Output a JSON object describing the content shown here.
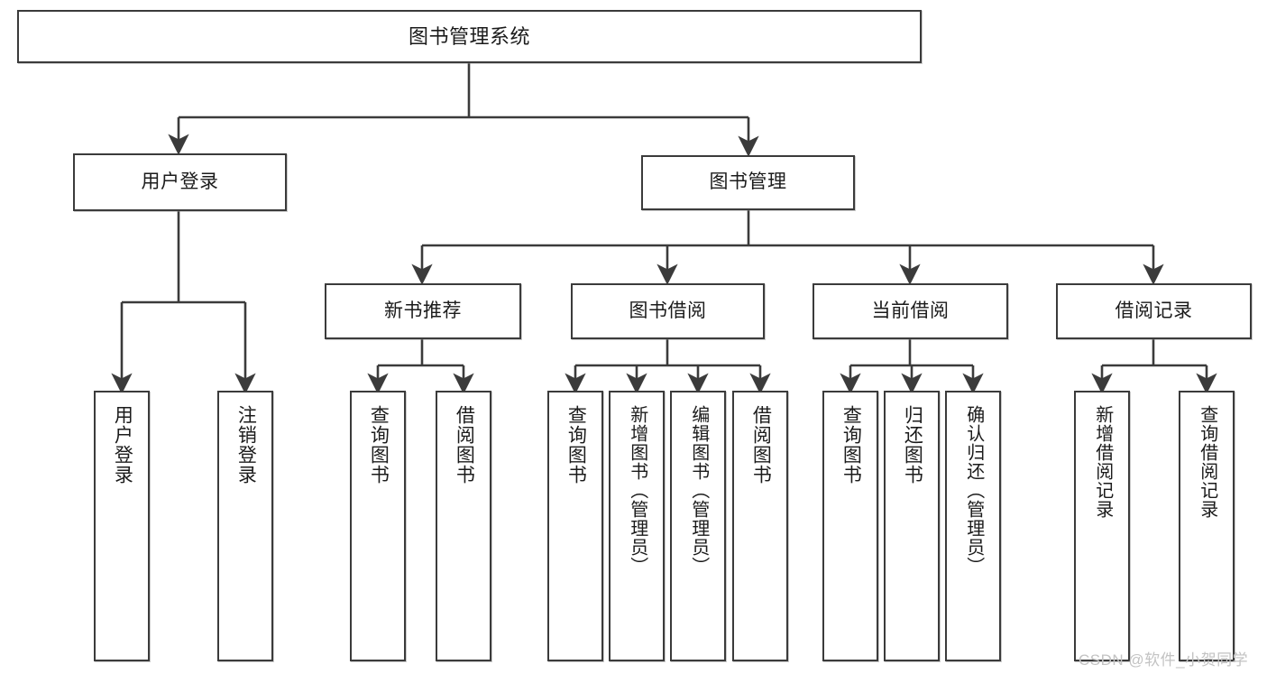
{
  "diagram": {
    "title": "图书管理系统",
    "type": "功能结构图",
    "watermark": "CSDN @软件_小贺同学",
    "colors": {
      "box_border": "#3b3b3b",
      "box_fill": "#ffffff",
      "edge": "#3b3b3b",
      "text": "#1b1b1b",
      "watermark": "#c3c3c3",
      "background": "#ffffff"
    },
    "nodes": {
      "root": {
        "label": "图书管理系统"
      },
      "level2": [
        {
          "id": "user-login",
          "label": "用户登录"
        },
        {
          "id": "book-manage",
          "label": "图书管理"
        }
      ],
      "level3": [
        {
          "id": "new-book-rec",
          "label": "新书推荐"
        },
        {
          "id": "book-borrow",
          "label": "图书借阅"
        },
        {
          "id": "current-borrow",
          "label": "当前借阅"
        },
        {
          "id": "borrow-record",
          "label": "借阅记录"
        }
      ],
      "leaves": {
        "user-login": [
          {
            "id": "leaf-user-login",
            "label": "用户登录"
          },
          {
            "id": "leaf-logout",
            "label": "注销登录"
          }
        ],
        "new-book-rec": [
          {
            "id": "leaf-query-book-1",
            "label": "查询图书"
          },
          {
            "id": "leaf-borrow-book-1",
            "label": "借阅图书"
          }
        ],
        "book-borrow": [
          {
            "id": "leaf-query-book-2",
            "label": "查询图书"
          },
          {
            "id": "leaf-add-book",
            "label": "新增图书（管理员）"
          },
          {
            "id": "leaf-edit-book",
            "label": "编辑图书（管理员）"
          },
          {
            "id": "leaf-borrow-book-2",
            "label": "借阅图书"
          }
        ],
        "current-borrow": [
          {
            "id": "leaf-query-book-3",
            "label": "查询图书"
          },
          {
            "id": "leaf-return-book",
            "label": "归还图书"
          },
          {
            "id": "leaf-confirm-return",
            "label": "确认归还（管理员）"
          }
        ],
        "borrow-record": [
          {
            "id": "leaf-add-record",
            "label": "新增借阅记录"
          },
          {
            "id": "leaf-query-record",
            "label": "查询借阅记录"
          }
        ]
      }
    }
  }
}
